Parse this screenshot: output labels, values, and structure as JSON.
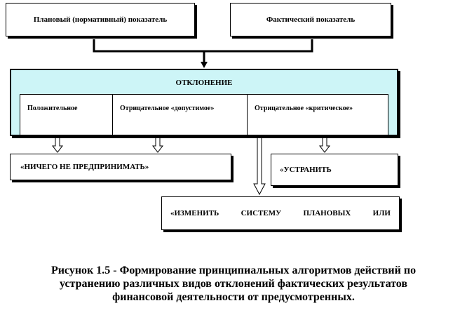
{
  "boxes": {
    "plan": "Плановый  (нормативный)  показатель",
    "fact": "Фактический  показатель",
    "deviation_title": "ОТКЛОНЕНИЕ",
    "positive": "Положительное",
    "negative_allowed": "Отрицательное  «допустимое»",
    "negative_critical": "Отрицательное  «критическое»",
    "do_nothing": "«НИЧЕГО  НЕ  ПРЕДПРИНИМАТЬ»",
    "eliminate": "«УСТРАНИТЬ",
    "change_words": [
      "«ИЗМЕНИТЬ",
      "СИСТЕМУ",
      "ПЛАНОВЫХ",
      "ИЛИ"
    ]
  },
  "caption": {
    "line1": "Рисунок 1.5 -  Формирование принципиальных алгоритмов действий по",
    "line2": "устранению различных видов отклонений фактических результатов",
    "line3": "финансовой деятельности от предусмотренных."
  }
}
